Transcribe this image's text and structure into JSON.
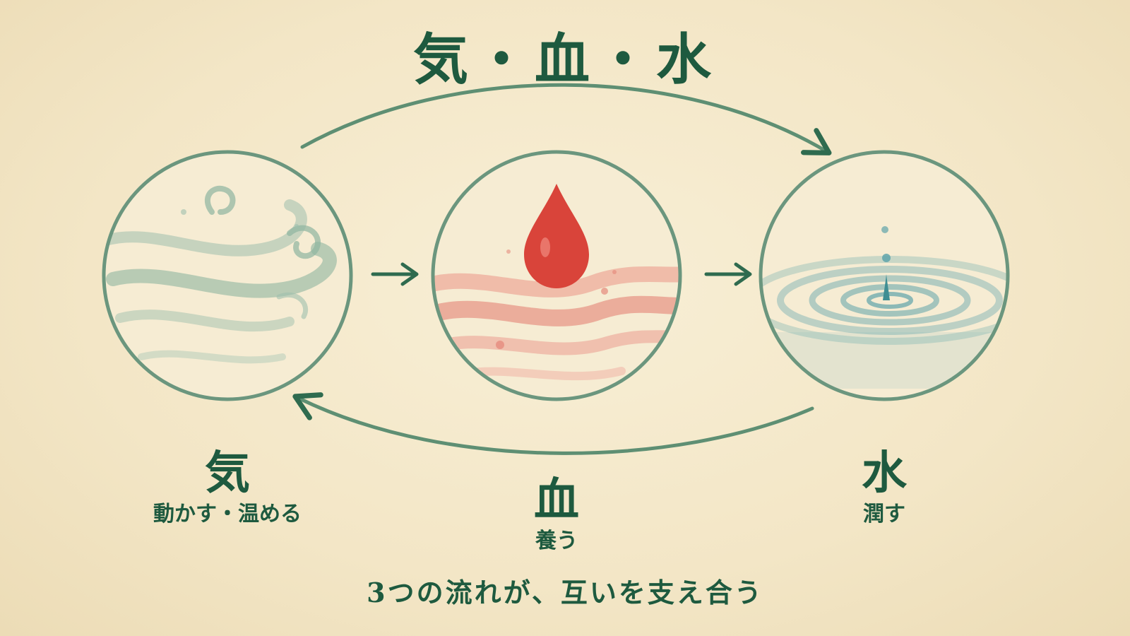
{
  "title": "気・血・水",
  "elements": [
    {
      "kanji": "気",
      "description": "動かす・温める",
      "icon": "wind-swirl-icon"
    },
    {
      "kanji": "血",
      "description": "養う",
      "icon": "blood-drop-icon"
    },
    {
      "kanji": "水",
      "description": "潤す",
      "icon": "water-ripple-icon"
    }
  ],
  "caption": "3つの流れが、互いを支え合う",
  "colors": {
    "accent": "#2f6b4f",
    "text": "#1e5a3f",
    "blood": "#d9443a",
    "water": "#5fa4aa",
    "wind": "#8fb5a0",
    "background": "#f5ead0"
  }
}
